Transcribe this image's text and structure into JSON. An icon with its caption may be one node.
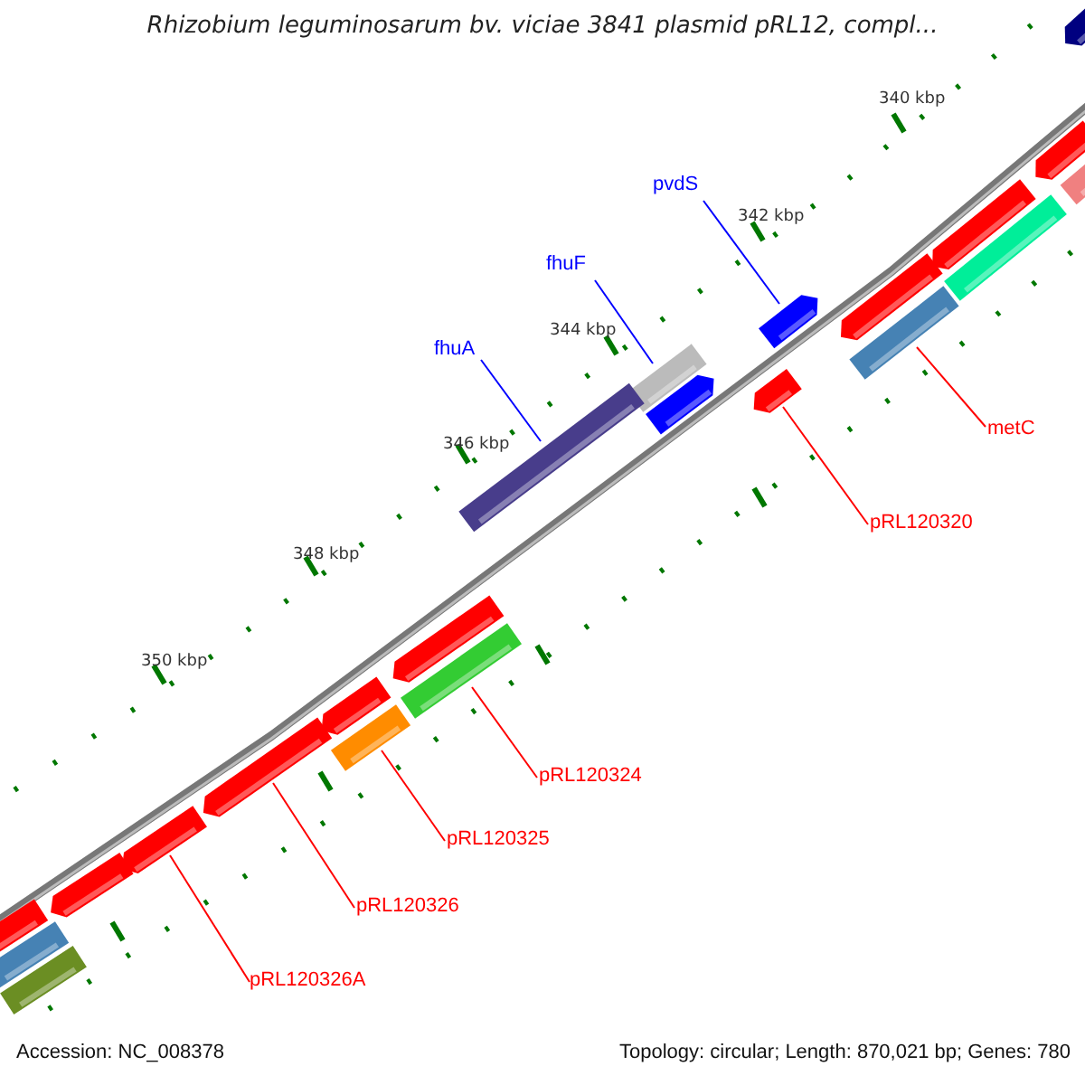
{
  "diagram": {
    "title": "Rhizobium leguminosarum bv. viciae 3841 plasmid pRL12, compl...",
    "nodes": [
      {
        "text": [
          "pvdS"
        ]
      },
      {
        "text": [],
        "shape": "bar"
      },
      {
        "text": [
          "fhuF"
        ]
      },
      {
        "text": [],
        "shape": "bar"
      },
      {
        "text": [
          "fhuA"
        ]
      },
      {
        "text": [],
        "shape": "bar"
      },
      {
        "text": [
          "metC"
        ]
      },
      {
        "text": [],
        "shape": "bar"
      },
      {
        "text": [
          "pRL120320"
        ]
      },
      {
        "text": [],
        "shape": "bar"
      },
      {
        "text": [
          "pRL120324"
        ]
      },
      {
        "text": [],
        "shape": "bar"
      },
      {
        "text": [
          "pRL120325"
        ]
      },
      {
        "text": [],
        "shape": "bar"
      },
      {
        "text": [
          "pRL120326"
        ]
      },
      {
        "text": [],
        "shape": "bar"
      },
      {
        "text": [
          "pRL120326A"
        ]
      },
      {
        "text": [],
        "shape": "bar"
      },
      {
        "text": [],
        "shape": "bar"
      },
      {
        "text": [],
        "shape": "bar"
      },
      {
        "text": [],
        "shape": "bar"
      },
      {
        "text": [],
        "shape": "bar"
      },
      {
        "text": [],
        "shape": "bar"
      },
      {
        "text": [],
        "shape": "bar"
      },
      {
        "text": [],
        "shape": "bar"
      },
      {
        "text": [],
        "shape": "bar"
      },
      {
        "text": [],
        "shape": "bar"
      },
      {
        "text": [],
        "shape": "bar"
      },
      {
        "text": [],
        "shape": "bar"
      },
      {
        "text": [],
        "shape": "bar"
      },
      {
        "text": [],
        "shape": "bar"
      }
    ],
    "edges": [
      {
        "from": 0,
        "to": 1,
        "arrow": "none",
        "color": "#0000ff"
      },
      {
        "from": 2,
        "to": 3,
        "arrow": "none",
        "color": "#0000ff"
      },
      {
        "from": 4,
        "to": 5,
        "arrow": "none",
        "color": "#0000ff"
      },
      {
        "from": 6,
        "to": 7,
        "arrow": "none"
      },
      {
        "from": 8,
        "to": 9,
        "arrow": "none"
      },
      {
        "from": 10,
        "to": 11,
        "arrow": "none"
      },
      {
        "from": 12,
        "to": 13,
        "arrow": "none"
      },
      {
        "from": 14,
        "to": 15,
        "arrow": "none"
      },
      {
        "from": 16,
        "to": 17,
        "arrow": "none"
      }
    ],
    "labels": [
      "340 kbp",
      "342 kbp",
      "344 kbp",
      "346 kbp",
      "348 kbp",
      "350 kbp",
      "Accession: NC_008378",
      "Topology: circular; Length: 870,021 bp; Genes: 780"
    ]
  }
}
